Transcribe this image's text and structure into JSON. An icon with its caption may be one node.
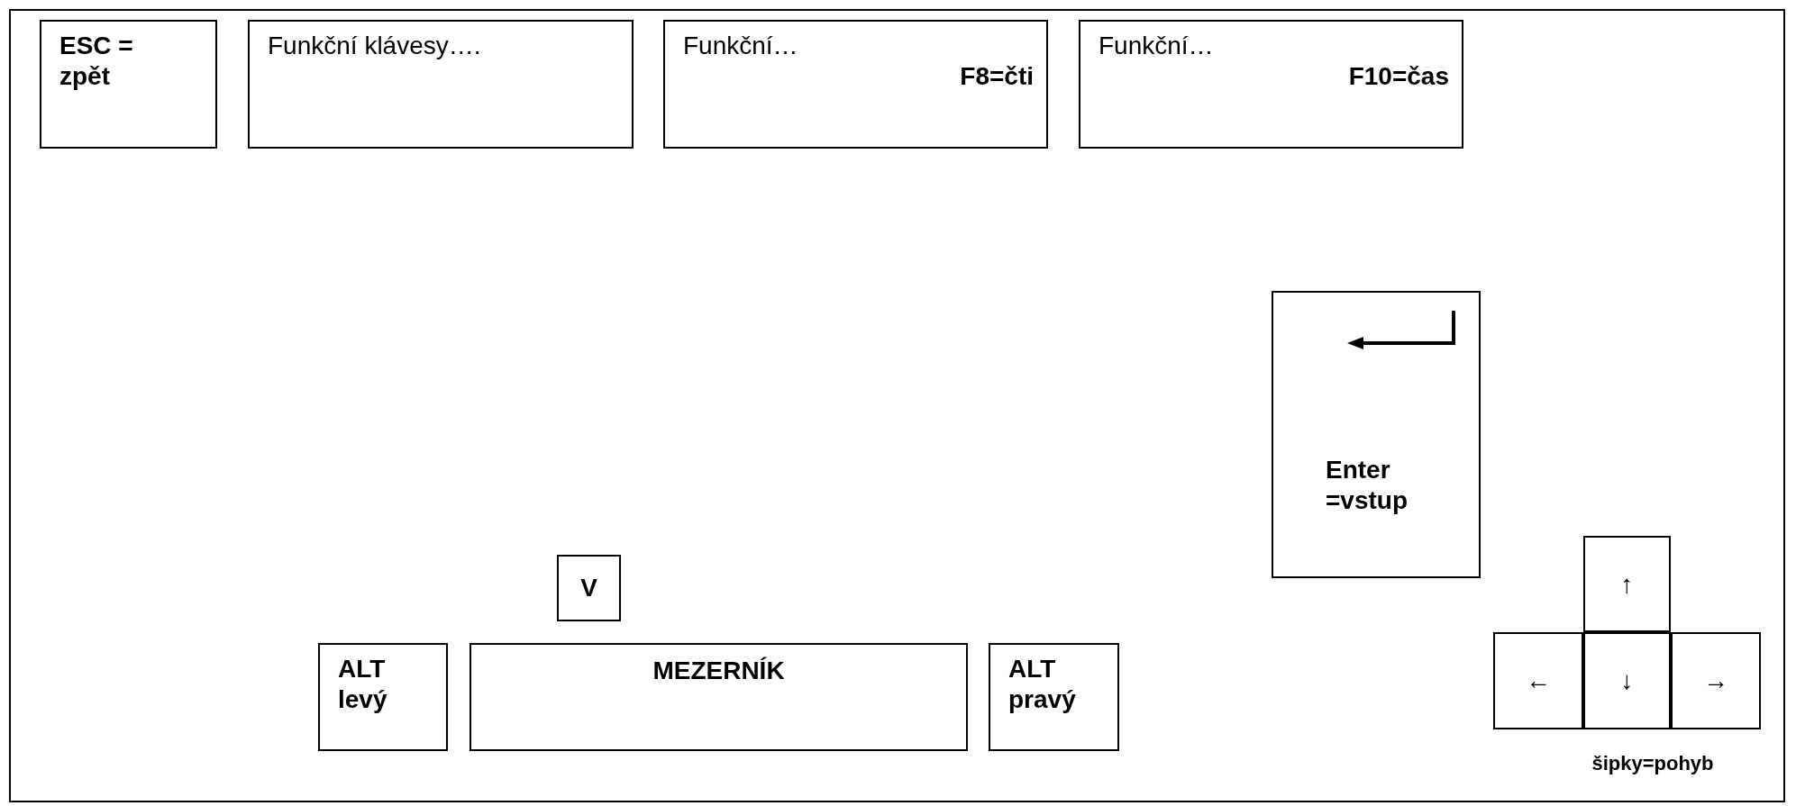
{
  "diagram": {
    "nodes": [
      {
        "text": [
          "ESC = zpět"
        ]
      },
      {
        "text": [
          "Funkční klávesy…."
        ]
      },
      {
        "text": [
          "Funkční…",
          "F8=čti"
        ]
      },
      {
        "text": [
          "Funkční…",
          "F10=čas"
        ]
      },
      {
        "text": [
          "Enter =vstup"
        ]
      },
      {
        "text": [
          "V"
        ]
      },
      {
        "text": [
          "ALT levý"
        ]
      },
      {
        "text": [
          "MEZERNÍK"
        ]
      },
      {
        "text": [
          "ALT pravý"
        ]
      },
      {
        "text": [
          "↑"
        ]
      },
      {
        "text": [
          "←"
        ]
      },
      {
        "text": [
          "↓"
        ]
      },
      {
        "text": [
          "→"
        ]
      }
    ],
    "labels": [
      "šipky=pohyb"
    ]
  }
}
